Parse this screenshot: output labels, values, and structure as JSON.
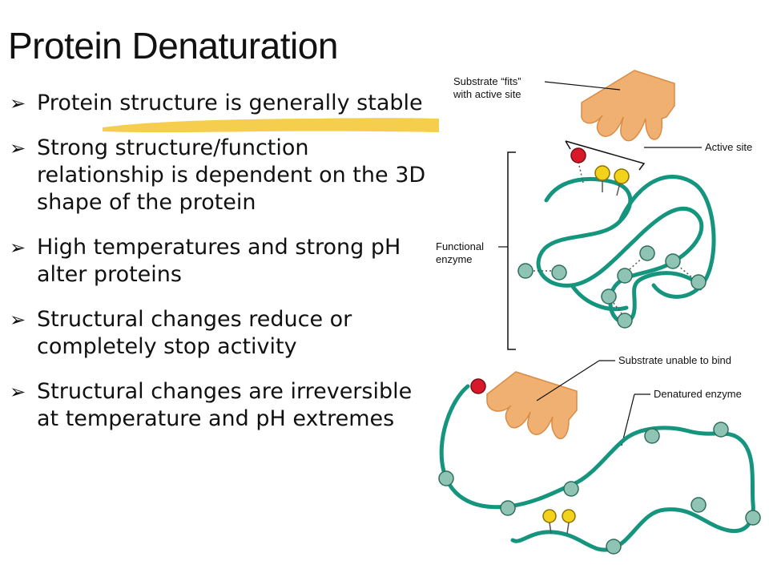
{
  "slide": {
    "title": "Protein Denaturation",
    "bullet_marker": "➢",
    "bullets": [
      "Protein structure is generally stable",
      "Strong structure/function relationship is dependent on the 3D shape of the protein",
      "High temperatures and strong pH alter proteins",
      "Structural changes reduce or completely stop activity",
      "Structural changes are irreversible at temperature and pH extremes"
    ]
  },
  "diagram": {
    "labels": {
      "substrate_fits_line1": "Substrate “fits”",
      "substrate_fits_line2": "with active site",
      "active_site": "Active site",
      "functional_line1": "Functional",
      "functional_line2": "enzyme",
      "unable_to_bind": "Substrate unable to bind",
      "denatured": "Denatured enzyme"
    },
    "colors": {
      "chain": "#15957e",
      "bead": "#8fc4b4",
      "substrate": "#f0b072",
      "red_group": "#d7192a",
      "yellow_group": "#f2d21b",
      "highlighter": "#f5c52e"
    }
  }
}
